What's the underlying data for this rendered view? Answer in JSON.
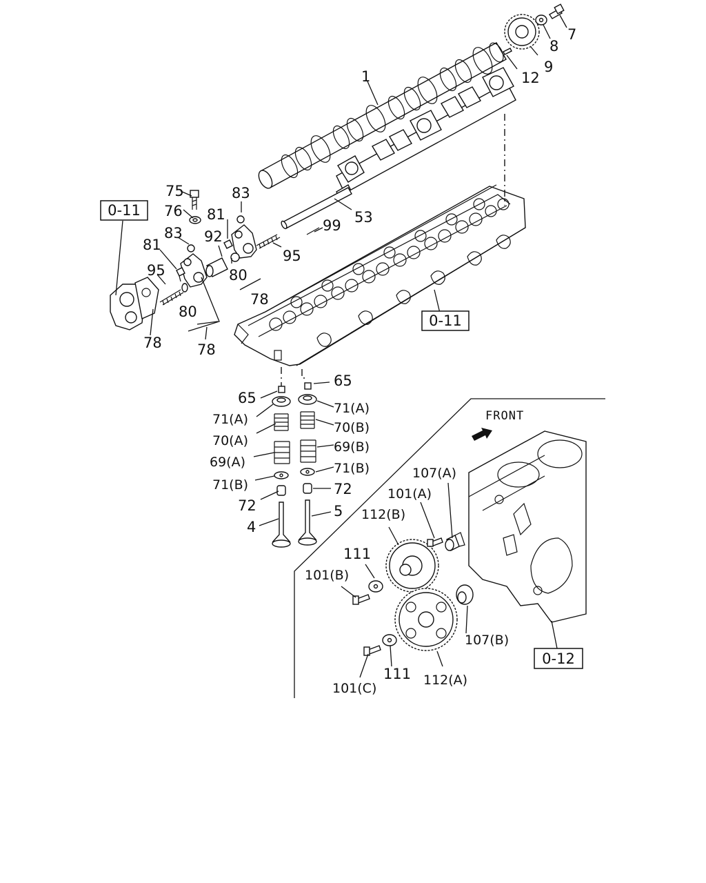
{
  "labels": {
    "l1": "1",
    "l7": "7",
    "l8": "8",
    "l9": "9",
    "l12": "12",
    "l53": "53",
    "l99": "99",
    "l75": "75",
    "l76": "76",
    "l83a": "83",
    "l83b": "83",
    "l81a": "81",
    "l81b": "81",
    "l92": "92",
    "l95a": "95",
    "l95b": "95",
    "l80a": "80",
    "l80b": "80",
    "l78a": "78",
    "l78b": "78",
    "l78c": "78",
    "l65a": "65",
    "l65b": "65",
    "l71a_l": "71(A)",
    "l71a_r": "71(A)",
    "l70a": "70(A)",
    "l70b": "70(B)",
    "l69a": "69(A)",
    "l69b": "69(B)",
    "l71b_l": "71(B)",
    "l71b_r": "71(B)",
    "l72a": "72",
    "l72b": "72",
    "l4": "4",
    "l5": "5",
    "l107a": "107(A)",
    "l101a": "101(A)",
    "l112b": "112(B)",
    "l111a": "111",
    "l101b": "101(B)",
    "l107b": "107(B)",
    "l101c": "101(C)",
    "l111b": "111",
    "l112a": "112(A)"
  },
  "refs": {
    "ref_0_11_top": "0-11",
    "ref_0_11_mid": "0-11",
    "ref_0_12": "0-12"
  },
  "inset": {
    "front_label": "FRONT",
    "arrow_icon": "front-arrow-icon"
  },
  "colors": {
    "ink": "#111111",
    "background": "#ffffff"
  }
}
